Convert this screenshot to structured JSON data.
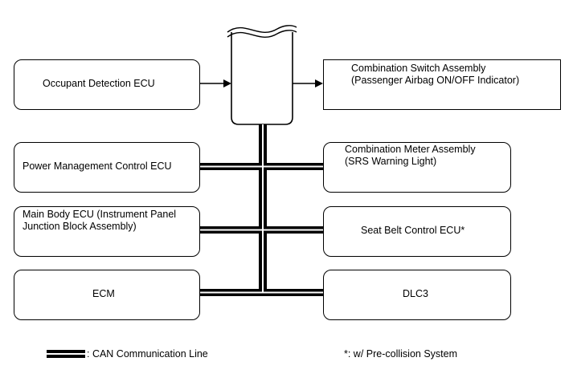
{
  "nodes": {
    "occupant_detection_ecu": "Occupant Detection ECU",
    "combination_switch_line1": "Combination Switch Assembly",
    "combination_switch_line2": "(Passenger Airbag ON/OFF Indicator)",
    "power_management_ecu": "Power Management Control ECU",
    "combination_meter_line1": "Combination Meter Assembly",
    "combination_meter_line2": "(SRS Warning Light)",
    "main_body_ecu_line1": "Main Body ECU (Instrument Panel",
    "main_body_ecu_line2": "Junction Block Assembly)",
    "seat_belt_control_ecu": "Seat Belt Control ECU*",
    "ecm": "ECM",
    "dlc3": "DLC3"
  },
  "legend": {
    "can_line": ": CAN Communication Line",
    "footnote": "*: w/ Pre-collision System"
  }
}
